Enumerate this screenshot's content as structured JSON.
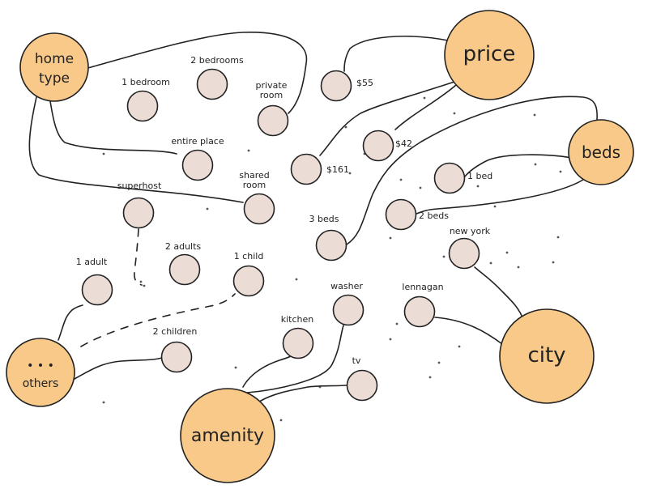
{
  "hubs": [
    {
      "id": "home-type",
      "lines": [
        "home",
        "type"
      ]
    },
    {
      "id": "price",
      "lines": [
        "price"
      ]
    },
    {
      "id": "beds",
      "lines": [
        "beds"
      ]
    },
    {
      "id": "city",
      "lines": [
        "city"
      ]
    },
    {
      "id": "amenity",
      "lines": [
        "amenity"
      ]
    },
    {
      "id": "others",
      "lines": [
        "• • •",
        "others"
      ]
    }
  ],
  "nodes": [
    {
      "id": "1-bedroom",
      "label": [
        "1 bedroom"
      ]
    },
    {
      "id": "2-bedrooms",
      "label": [
        "2 bedrooms"
      ]
    },
    {
      "id": "private-room",
      "label": [
        "private",
        "room"
      ]
    },
    {
      "id": "entire-place",
      "label": [
        "entire place"
      ]
    },
    {
      "id": "shared-room",
      "label": [
        "shared",
        "room"
      ]
    },
    {
      "id": "55",
      "label": [
        "$55"
      ]
    },
    {
      "id": "42",
      "label": [
        "$42"
      ]
    },
    {
      "id": "161",
      "label": [
        "$161"
      ]
    },
    {
      "id": "1-bed",
      "label": [
        "1 bed"
      ]
    },
    {
      "id": "2-beds",
      "label": [
        "2 beds"
      ]
    },
    {
      "id": "3-beds",
      "label": [
        "3 beds"
      ]
    },
    {
      "id": "new-york",
      "label": [
        "new york"
      ]
    },
    {
      "id": "lennagan",
      "label": [
        "lennagan"
      ]
    },
    {
      "id": "washer",
      "label": [
        "washer"
      ]
    },
    {
      "id": "kitchen",
      "label": [
        "kitchen"
      ]
    },
    {
      "id": "tv",
      "label": [
        "tv"
      ]
    },
    {
      "id": "superhost",
      "label": [
        "superhost"
      ]
    },
    {
      "id": "2-adults",
      "label": [
        "2 adults"
      ]
    },
    {
      "id": "1-child",
      "label": [
        "1 child"
      ]
    },
    {
      "id": "1-adult",
      "label": [
        "1 adult"
      ]
    },
    {
      "id": "2-children",
      "label": [
        "2 children"
      ]
    }
  ],
  "edges": [
    {
      "from": "home-type",
      "to": "private-room"
    },
    {
      "from": "home-type",
      "to": "entire-place"
    },
    {
      "from": "home-type",
      "to": "shared-room"
    },
    {
      "from": "price",
      "to": "55"
    },
    {
      "from": "price",
      "to": "42"
    },
    {
      "from": "price",
      "to": "161"
    },
    {
      "from": "beds",
      "to": "1-bed"
    },
    {
      "from": "beds",
      "to": "2-beds"
    },
    {
      "from": "beds",
      "to": "3-beds"
    },
    {
      "from": "city",
      "to": "new-york"
    },
    {
      "from": "city",
      "to": "lennagan"
    },
    {
      "from": "amenity",
      "to": "washer"
    },
    {
      "from": "amenity",
      "to": "kitchen"
    },
    {
      "from": "amenity",
      "to": "tv"
    },
    {
      "from": "others",
      "to": "1-adult"
    },
    {
      "from": "others",
      "to": "2-children"
    },
    {
      "from": "others",
      "to": "1-child",
      "dashed": true
    },
    {
      "from": "superhost",
      "to": "2-adults",
      "dashed": true
    }
  ],
  "colors": {
    "hub_fill": "#f9c98a",
    "node_fill": "#ecdcd6",
    "stroke": "#222222",
    "background": "#ffffff"
  }
}
